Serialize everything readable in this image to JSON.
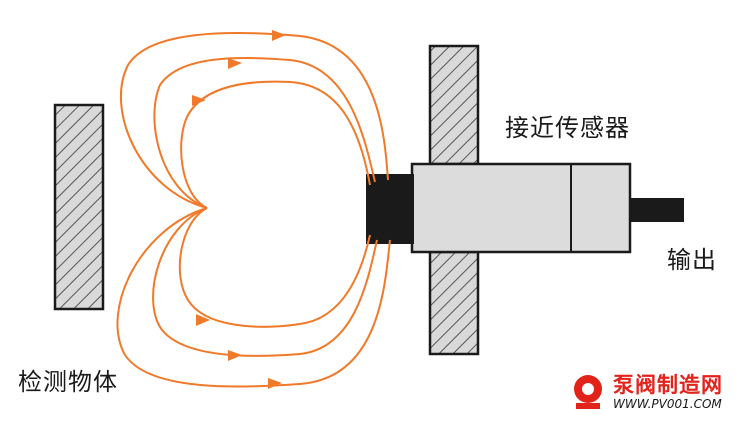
{
  "labels": {
    "sensor": "接近传感器",
    "output": "输出",
    "object": "检测物体"
  },
  "logo": {
    "name": "泵阀制造网",
    "url": "WWW.PV001.COM"
  },
  "colors": {
    "field_line": "#f07a2a",
    "hatch_fill": "#d9d9d9",
    "outline": "#1a1a1a",
    "sensor_body": "#dcdcdc",
    "sensor_tip": "#1a1a1a",
    "logo_red": "#e2231a"
  },
  "icons": [
    "magnetic-field-line",
    "arrowhead-icon",
    "hatched-plate",
    "logo-mark-icon"
  ]
}
